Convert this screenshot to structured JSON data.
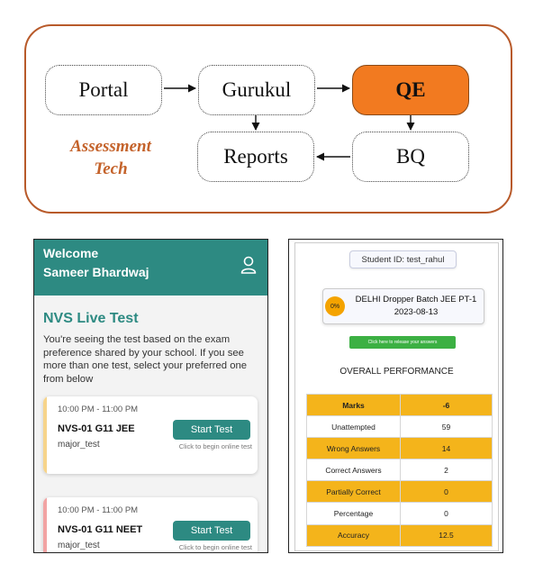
{
  "flow": {
    "nodes": {
      "portal": "Portal",
      "gurukul": "Gurukul",
      "qe": "QE",
      "reports": "Reports",
      "bq": "BQ"
    },
    "label_line1": "Assessment",
    "label_line2": "Tech",
    "colors": {
      "frame": "#b85a2a",
      "highlight": "#f27a20",
      "label": "#c4622a"
    }
  },
  "app1": {
    "welcome": "Welcome",
    "user_name": "Sameer Bhardwaj",
    "section_title": "NVS Live Test",
    "description": "You're seeing the test based on the exam preference shared by your school. If you see more than one test, select your preferred one from below",
    "tests": [
      {
        "time": "10:00 PM - 11:00 PM",
        "name": "NVS-01 G11 JEE",
        "type": "major_test",
        "button": "Start Test",
        "hint": "Click to begin online test",
        "accent": "#f7d48a"
      },
      {
        "time": "10:00 PM - 11:00 PM",
        "name": "NVS-01 G11 NEET",
        "type": "major_test",
        "button": "Start Test",
        "hint": "Click to begin online test",
        "accent": "#f2a3a3"
      }
    ],
    "colors": {
      "primary": "#2d8a82"
    }
  },
  "app2": {
    "student_id": "Student ID: test_rahul",
    "percent_badge": "0%",
    "batch_name": "DELHI Dropper Batch JEE PT-1",
    "batch_date": "2023-08-13",
    "release_button": "Click here to release your answers",
    "section_title": "OVERALL PERFORMANCE",
    "table": [
      {
        "label": "Marks",
        "value": "-6"
      },
      {
        "label": "Unattempted",
        "value": "59"
      },
      {
        "label": "Wrong Answers",
        "value": "14"
      },
      {
        "label": "Correct Answers",
        "value": "2"
      },
      {
        "label": "Partially Correct",
        "value": "0"
      },
      {
        "label": "Percentage",
        "value": "0"
      },
      {
        "label": "Accuracy",
        "value": "12.5"
      }
    ],
    "colors": {
      "row_highlight": "#f4b41b",
      "badge": "#f4a300",
      "release": "#3cb043"
    }
  }
}
